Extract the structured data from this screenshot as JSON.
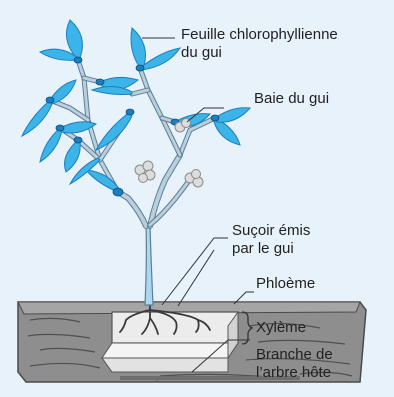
{
  "labels": {
    "leaf_line1": "Feuille chlorophyllienne",
    "leaf_line2": "du gui",
    "berry": "Baie du gui",
    "haustorium_line1": "Suçoir émis",
    "haustorium_line2": "par le gui",
    "phloem": "Phloème",
    "xylem": "Xylème",
    "branch_line1": "Branche de",
    "branch_line2": "l’arbre hôte"
  },
  "colors": {
    "background": "#e8f2fb",
    "leaf": "#3cb4e8",
    "leaf_dark": "#1a7fbf",
    "stem": "#a9c4d6",
    "stem_outline": "#5f7d92",
    "berry": "#d9d9d9",
    "bark": "#8a8a8a",
    "wood": "#dcdcdc"
  }
}
